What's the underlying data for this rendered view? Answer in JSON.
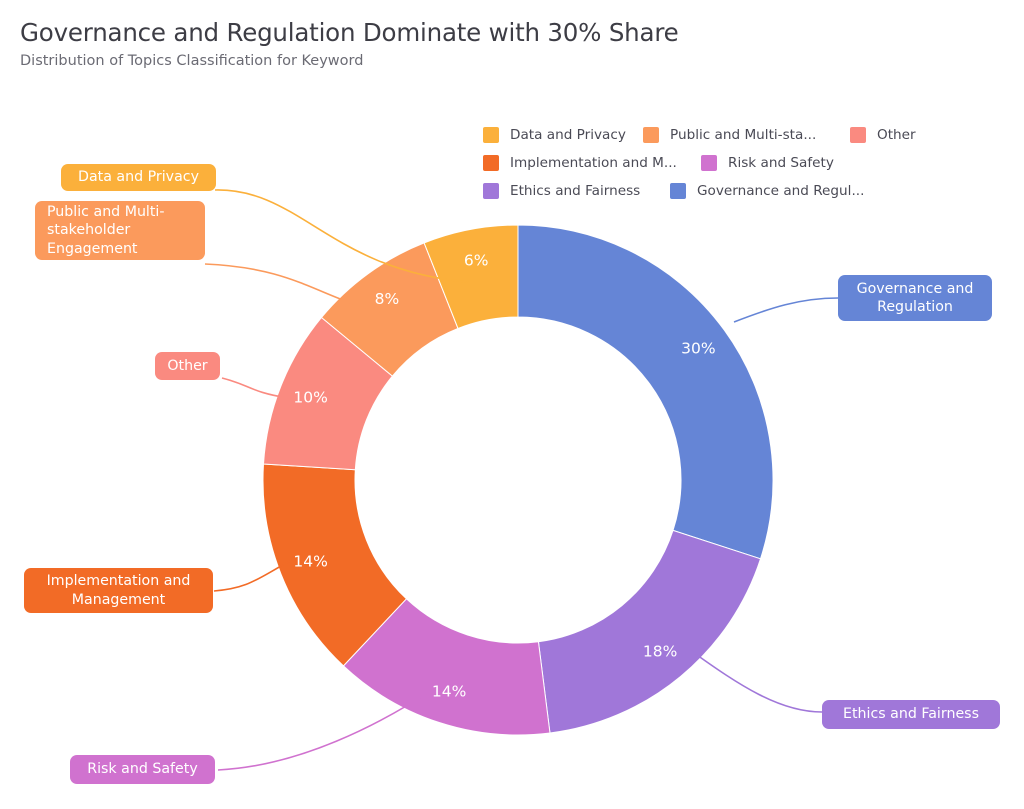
{
  "header": {
    "title": "Governance and Regulation Dominate with 30% Share",
    "subtitle": "Distribution of Topics Classification for Keyword"
  },
  "legend": {
    "rows": [
      [
        {
          "label": "Data and Privacy",
          "color": "#FBB03B"
        },
        {
          "label": "Public and Multi-sta...",
          "color": "#FB9A5C"
        },
        {
          "label": "Other",
          "color": "#FA8A80"
        }
      ],
      [
        {
          "label": "Implementation and M...",
          "color": "#F26B26"
        },
        {
          "label": "Risk and Safety",
          "color": "#D072CF"
        }
      ],
      [
        {
          "label": "Ethics and Fairness",
          "color": "#A077D9"
        },
        {
          "label": "Governance and Regul...",
          "color": "#6585D6"
        }
      ]
    ]
  },
  "callouts": [
    {
      "label": "Data and Privacy",
      "color": "#FBB03B"
    },
    {
      "label": "Public and Multi-stakeholder Engagement",
      "color": "#FB9A5C"
    },
    {
      "label": "Other",
      "color": "#FA8A80"
    },
    {
      "label": "Implementation and Management",
      "color": "#F26B26"
    },
    {
      "label": "Risk and Safety",
      "color": "#D072CF"
    },
    {
      "label": "Ethics and Fairness",
      "color": "#A077D9"
    },
    {
      "label": "Governance and Regulation",
      "color": "#6585D6"
    }
  ],
  "slice_labels": [
    "30%",
    "18%",
    "14%",
    "14%",
    "10%",
    "8%",
    "6%"
  ],
  "chart_data": {
    "type": "pie",
    "variant": "donut",
    "title": "Governance and Regulation Dominate with 30% Share",
    "subtitle": "Distribution of Topics Classification for Keyword",
    "xlabel": "",
    "ylabel": "",
    "unit": "percent",
    "legend_position": "top-right",
    "grid": false,
    "start_angle_deg": 0,
    "direction": "clockwise",
    "inner_radius_ratio": 0.64,
    "categories": [
      "Governance and Regulation",
      "Ethics and Fairness",
      "Risk and Safety",
      "Implementation and Management",
      "Other",
      "Public and Multi-stakeholder Engagement",
      "Data and Privacy"
    ],
    "values": [
      30,
      18,
      14,
      14,
      10,
      8,
      6
    ],
    "labels": [
      "30%",
      "18%",
      "14%",
      "14%",
      "10%",
      "8%",
      "6%"
    ],
    "colors": [
      "#6585D6",
      "#A077D9",
      "#D072CF",
      "#F26B26",
      "#FA8A80",
      "#FB9A5C",
      "#FBB03B"
    ],
    "total": 100
  }
}
